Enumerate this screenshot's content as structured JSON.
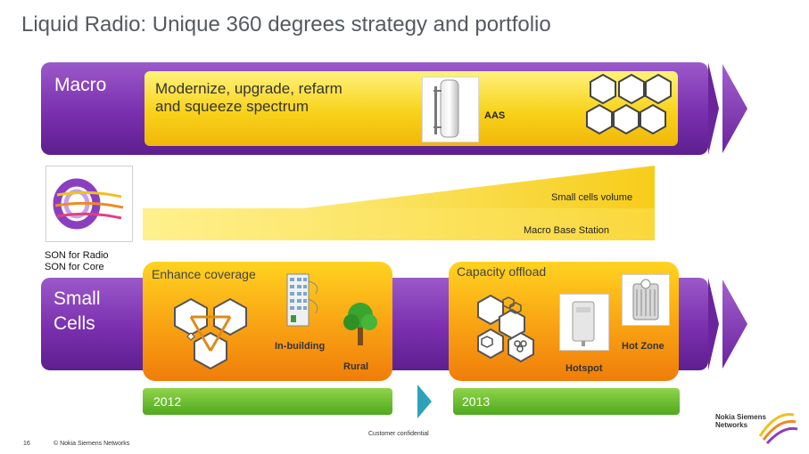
{
  "title": "Liquid Radio: Unique 360 degrees strategy and portfolio",
  "macro": {
    "label": "Macro",
    "text_line1": "Modernize, upgrade, refarm",
    "text_line2": "and squeeze spectrum",
    "aas_label": "AAS"
  },
  "middle": {
    "small_cells_volume": "Small cells volume",
    "macro_base_station": "Macro Base Station",
    "son_radio": "SON for Radio",
    "son_core": "SON for Core"
  },
  "small_cells": {
    "label_line1": "Small",
    "label_line2": "Cells",
    "enhance_coverage": "Enhance coverage",
    "capacity_offload": "Capacity offload",
    "in_building": "In-building",
    "rural": "Rural",
    "hot_zone": "Hot Zone",
    "hotspot": "Hotspot",
    "year_left": "2012",
    "year_right": "2013"
  },
  "footer": {
    "page_number": "16",
    "copyright": "© Nokia Siemens Networks",
    "confidential": "Customer confidential",
    "logo_line1": "Nokia Siemens",
    "logo_line2": "Networks"
  },
  "colors": {
    "purple": "#7a2fae",
    "yellow": "#f8d21a",
    "orange": "#f9a614",
    "green": "#5cb32a"
  }
}
